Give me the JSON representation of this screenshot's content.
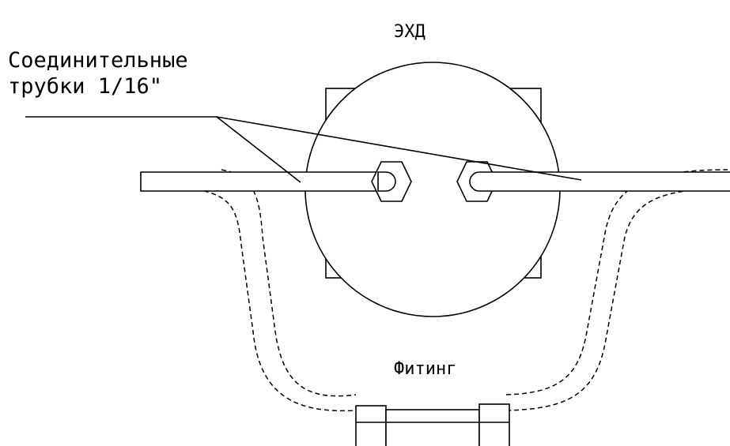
{
  "labels": {
    "detector": "ЭХД",
    "tubes_line1": "Соединительные",
    "tubes_line2": "трубки 1/16\"",
    "fitting": "Фитинг"
  },
  "colors": {
    "line": "#000000",
    "background": "#ffffff"
  }
}
